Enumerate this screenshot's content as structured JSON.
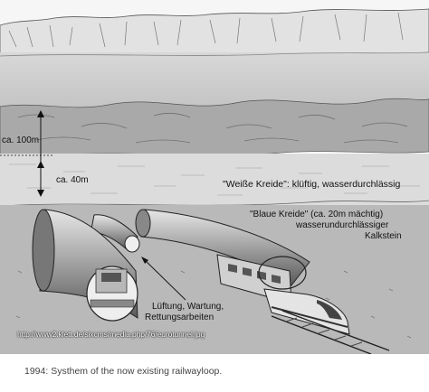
{
  "figure": {
    "labels": {
      "depth_total": "ca. 100m",
      "depth_chalk": "ca. 40m",
      "white_chalk": "\"Weiße Kreide\": klüftig, wasserdurchlässig",
      "blue_chalk_line1": "\"Blaue Kreide\" (ca. 20m mächtig)",
      "blue_chalk_line2": "wasserundurchlässiger",
      "blue_chalk_line3": "Kalkstein",
      "service_line1": "Lüftung, Wartung,",
      "service_line2": "Rettungsarbeiten"
    },
    "source_url": "http://www2.klett.de/sixcms/media.php/76/eurotunnel.jpg"
  },
  "caption": "1994: Systhem of the now existing railwayloop.",
  "colors": {
    "sky": "#f4f4f4",
    "sea": "#cfcfcf",
    "seabed": "#b5b5b5",
    "white_chalk": "#dedede",
    "blue_chalk": "#bdbdbd",
    "tunnel": "#9a9a9a"
  }
}
